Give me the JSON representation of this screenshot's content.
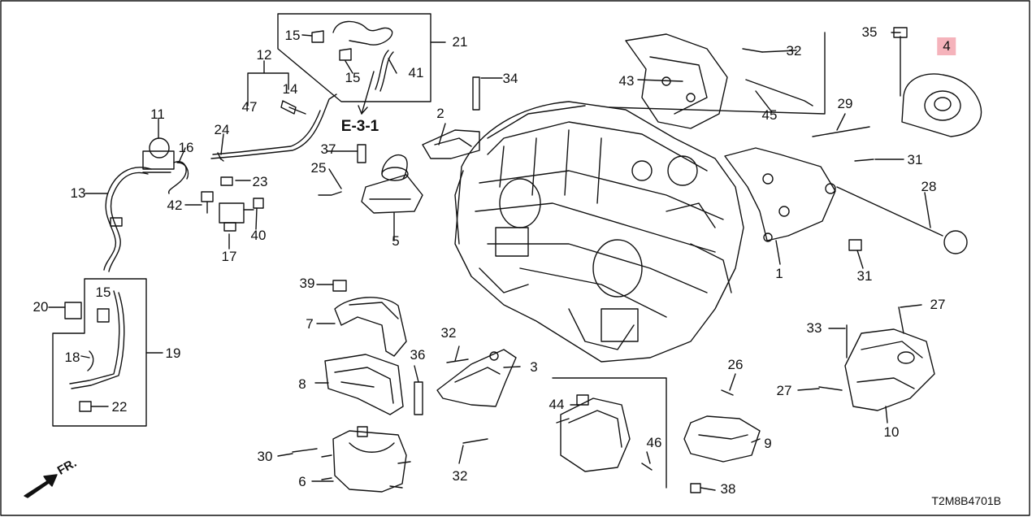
{
  "diagram": {
    "callouts": {
      "c1": "1",
      "c2": "2",
      "c3": "3",
      "c4": "4",
      "c5": "5",
      "c6": "6",
      "c7": "7",
      "c8": "8",
      "c9": "9",
      "c10": "10",
      "c11": "11",
      "c12": "12",
      "c13": "13",
      "c14": "14",
      "c15a": "15",
      "c15b": "15",
      "c15c": "15",
      "c16": "16",
      "c17": "17",
      "c18": "18",
      "c19": "19",
      "c20": "20",
      "c21": "21",
      "c22": "22",
      "c23": "23",
      "c24": "24",
      "c25": "25",
      "c26": "26",
      "c27a": "27",
      "c27b": "27",
      "c28": "28",
      "c29": "29",
      "c30": "30",
      "c31a": "31",
      "c31b": "31",
      "c32a": "32",
      "c32b": "32",
      "c32c": "32",
      "c33": "33",
      "c34": "34",
      "c35": "35",
      "c36": "36",
      "c37": "37",
      "c38": "38",
      "c39": "39",
      "c40": "40",
      "c41": "41",
      "c42": "42",
      "c43": "43",
      "c44": "44",
      "c45": "45",
      "c46": "46",
      "c47": "47"
    },
    "reference": "E-3-1",
    "front_label": "FR.",
    "diagram_code": "T2M8B4701B",
    "highlight_color": "#f5b3bb"
  }
}
